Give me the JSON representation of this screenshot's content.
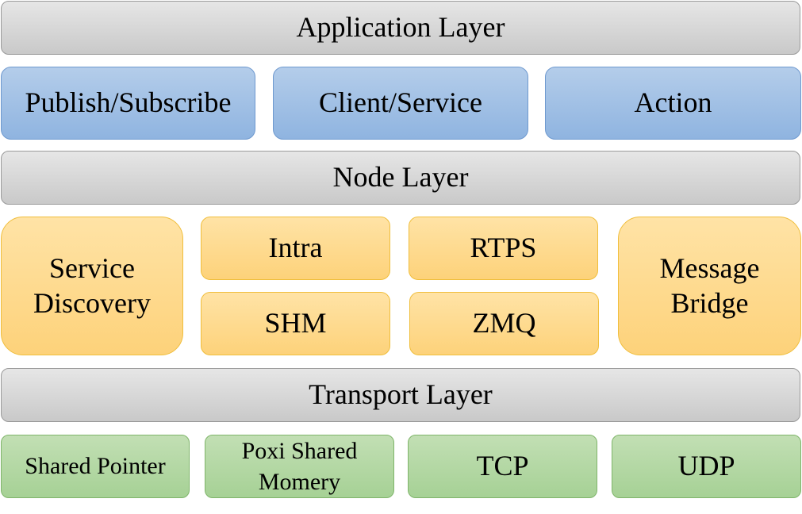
{
  "layers": {
    "application": "Application Layer",
    "node": "Node Layer",
    "transport": "Transport Layer"
  },
  "application_items": {
    "pubsub": "Publish/Subscribe",
    "client_service": "Client/Service",
    "action": "Action"
  },
  "node_items": {
    "service_discovery": [
      "Service",
      "Discovery"
    ],
    "intra": "Intra",
    "rtps": "RTPS",
    "shm": "SHM",
    "zmq": "ZMQ",
    "message_bridge": [
      "Message",
      "Bridge"
    ]
  },
  "transport_items": {
    "shared_pointer": "Shared Pointer",
    "poxi_shared_memory": [
      "Poxi Shared",
      "Momery"
    ],
    "tcp": "TCP",
    "udp": "UDP"
  },
  "colors": {
    "layer_gray": "#d6d6d6",
    "app_blue": "#9dbde4",
    "node_orange": "#fdd98b",
    "transport_green": "#b3d8a3"
  }
}
